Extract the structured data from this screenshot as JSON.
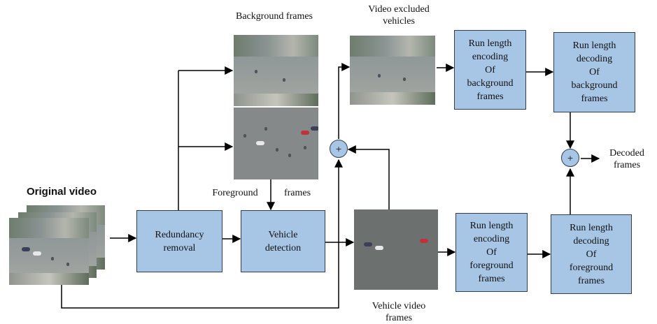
{
  "labels": {
    "background_frames": "Background frames",
    "video_excluded": "Video excluded\nvehicles",
    "original_video": "Original video",
    "foreground": "Foreground",
    "frames": "frames",
    "vehicle_video_frames": "Vehicle video\nframes",
    "decoded_frames": "Decoded\nframes"
  },
  "boxes": {
    "redundancy": "Redundancy\nremoval",
    "detection": "Vehicle\ndetection",
    "rle_bg": "Run length\nencoding\nOf\nbackground\nframes",
    "rld_bg": "Run length\ndecoding\nOf\nbackground\nframes",
    "rle_fg": "Run length\nencoding\nOf\nforeground\nframes",
    "rld_fg": "Run length\ndecoding\nOf\nforeground\nframes"
  },
  "symbols": {
    "plus": "+"
  },
  "colors": {
    "box_fill": "#a7c6e6",
    "box_border": "#2f3e56",
    "arrow": "#000000"
  }
}
